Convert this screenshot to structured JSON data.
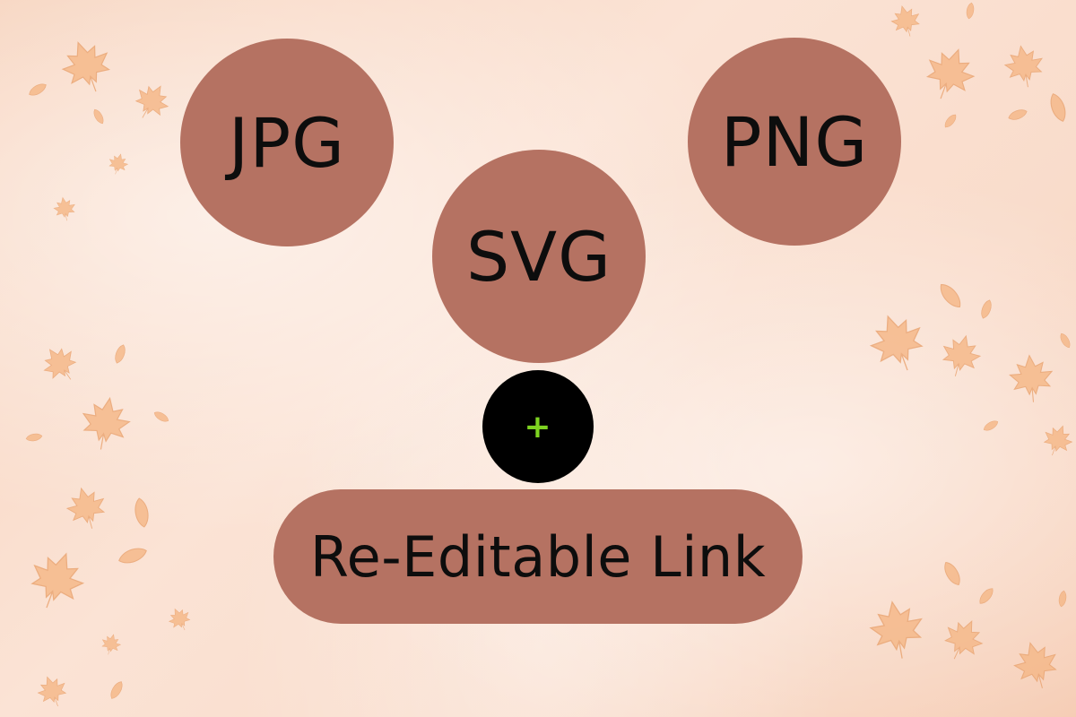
{
  "badges": {
    "jpg": "JPG",
    "png": "PNG",
    "svg": "SVG"
  },
  "plus_symbol": "+",
  "link_label": "Re-Editable Link",
  "colors": {
    "circle": "#b57262",
    "plus_bg": "#000000",
    "plus_fg": "#7ed321",
    "leaf": "#f5b98a",
    "background": "#f9dccb"
  },
  "icons": [
    "maple-leaf-icon",
    "oval-leaf-icon"
  ]
}
